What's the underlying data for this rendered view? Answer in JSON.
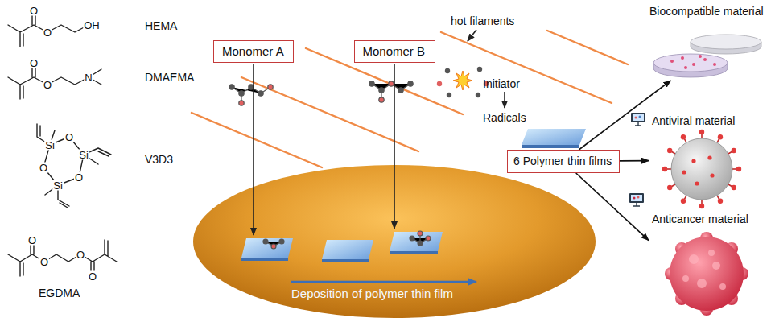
{
  "diagram": {
    "nodes": [
      {
        "text": [
          "Monomer A"
        ]
      },
      {
        "text": [
          "Monomer B"
        ]
      },
      {
        "text": [
          "6 Polymer thin films"
        ]
      },
      {
        "text": [
          "Biocompatible material"
        ]
      },
      {
        "text": [
          "Antiviral material"
        ]
      },
      {
        "text": [
          "Anticancer material"
        ]
      }
    ],
    "edges": [
      {
        "from": 2,
        "to": 3,
        "arrow": "to"
      },
      {
        "from": 2,
        "to": 4,
        "arrow": "to"
      },
      {
        "from": 2,
        "to": 5,
        "arrow": "to"
      }
    ],
    "labels": [
      "O",
      "O",
      "OH",
      "HEMA",
      "O",
      "O",
      "N",
      "DMAEMA",
      "Si",
      "O",
      "Si",
      "O",
      "Si",
      "O",
      "V3D3",
      "O",
      "O",
      "O",
      "O",
      "EGDMA",
      "hot filaments",
      "Initiator",
      "Radicals",
      "Deposition of polymer thin film"
    ]
  }
}
